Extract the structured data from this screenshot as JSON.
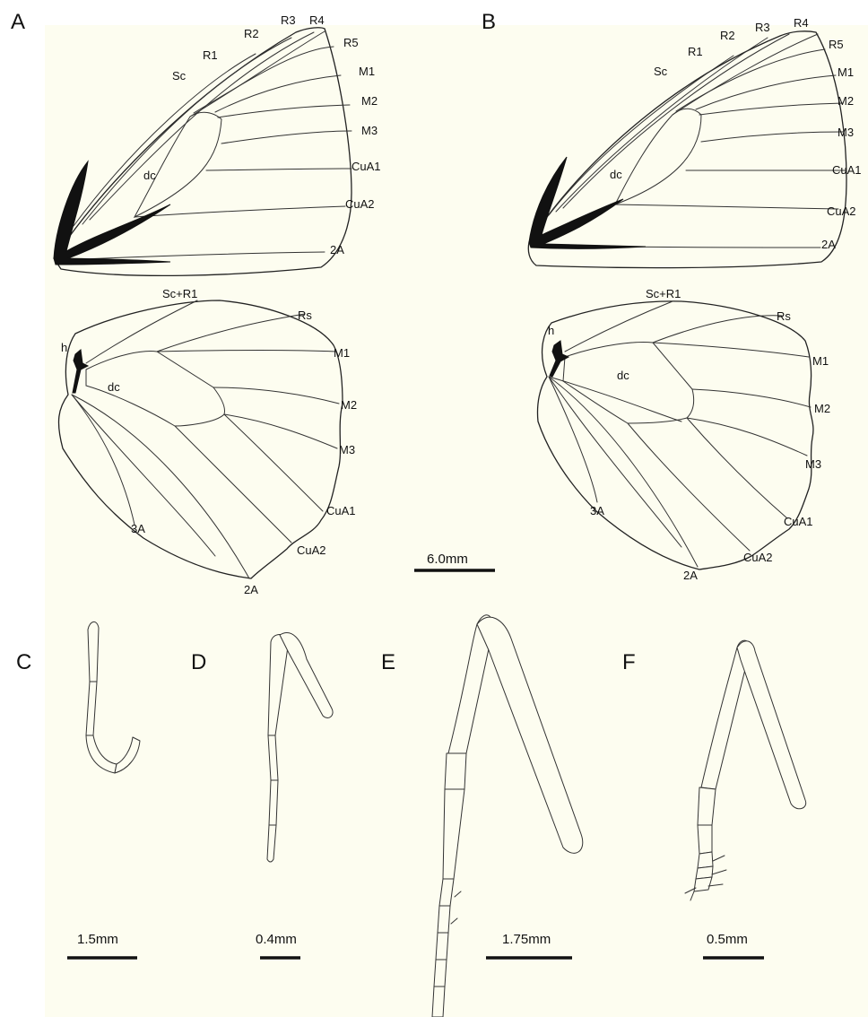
{
  "panels": {
    "A": "A",
    "B": "B",
    "C": "C",
    "D": "D",
    "E": "E",
    "F": "F"
  },
  "forewing_labels": {
    "sc": "Sc",
    "r1": "R1",
    "r2": "R2",
    "r3": "R3",
    "r4": "R4",
    "r5": "R5",
    "m1": "M1",
    "m2": "M2",
    "m3": "M3",
    "cua1": "CuA1",
    "cua2": "CuA2",
    "a2": "2A",
    "dc": "dc"
  },
  "hindwing_labels": {
    "scr1": "Sc+R1",
    "rs": "Rs",
    "h": "h",
    "dc": "dc",
    "m1": "M1",
    "m2": "M2",
    "m3": "M3",
    "cua1": "CuA1",
    "cua2": "CuA2",
    "a3": "3A",
    "a2": "2A"
  },
  "scale_bars": {
    "wings": "6.0mm",
    "C": "1.5mm",
    "D": "0.4mm",
    "E": "1.75mm",
    "F": "0.5mm"
  }
}
